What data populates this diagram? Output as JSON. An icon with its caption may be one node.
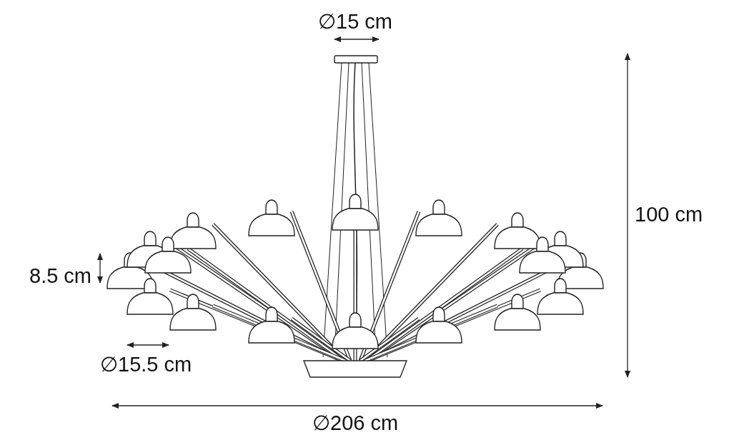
{
  "diagram": {
    "labels": [
      "∅15 cm",
      "100 cm",
      "8.5 cm",
      "∅15.5 cm",
      "∅206 cm"
    ]
  }
}
